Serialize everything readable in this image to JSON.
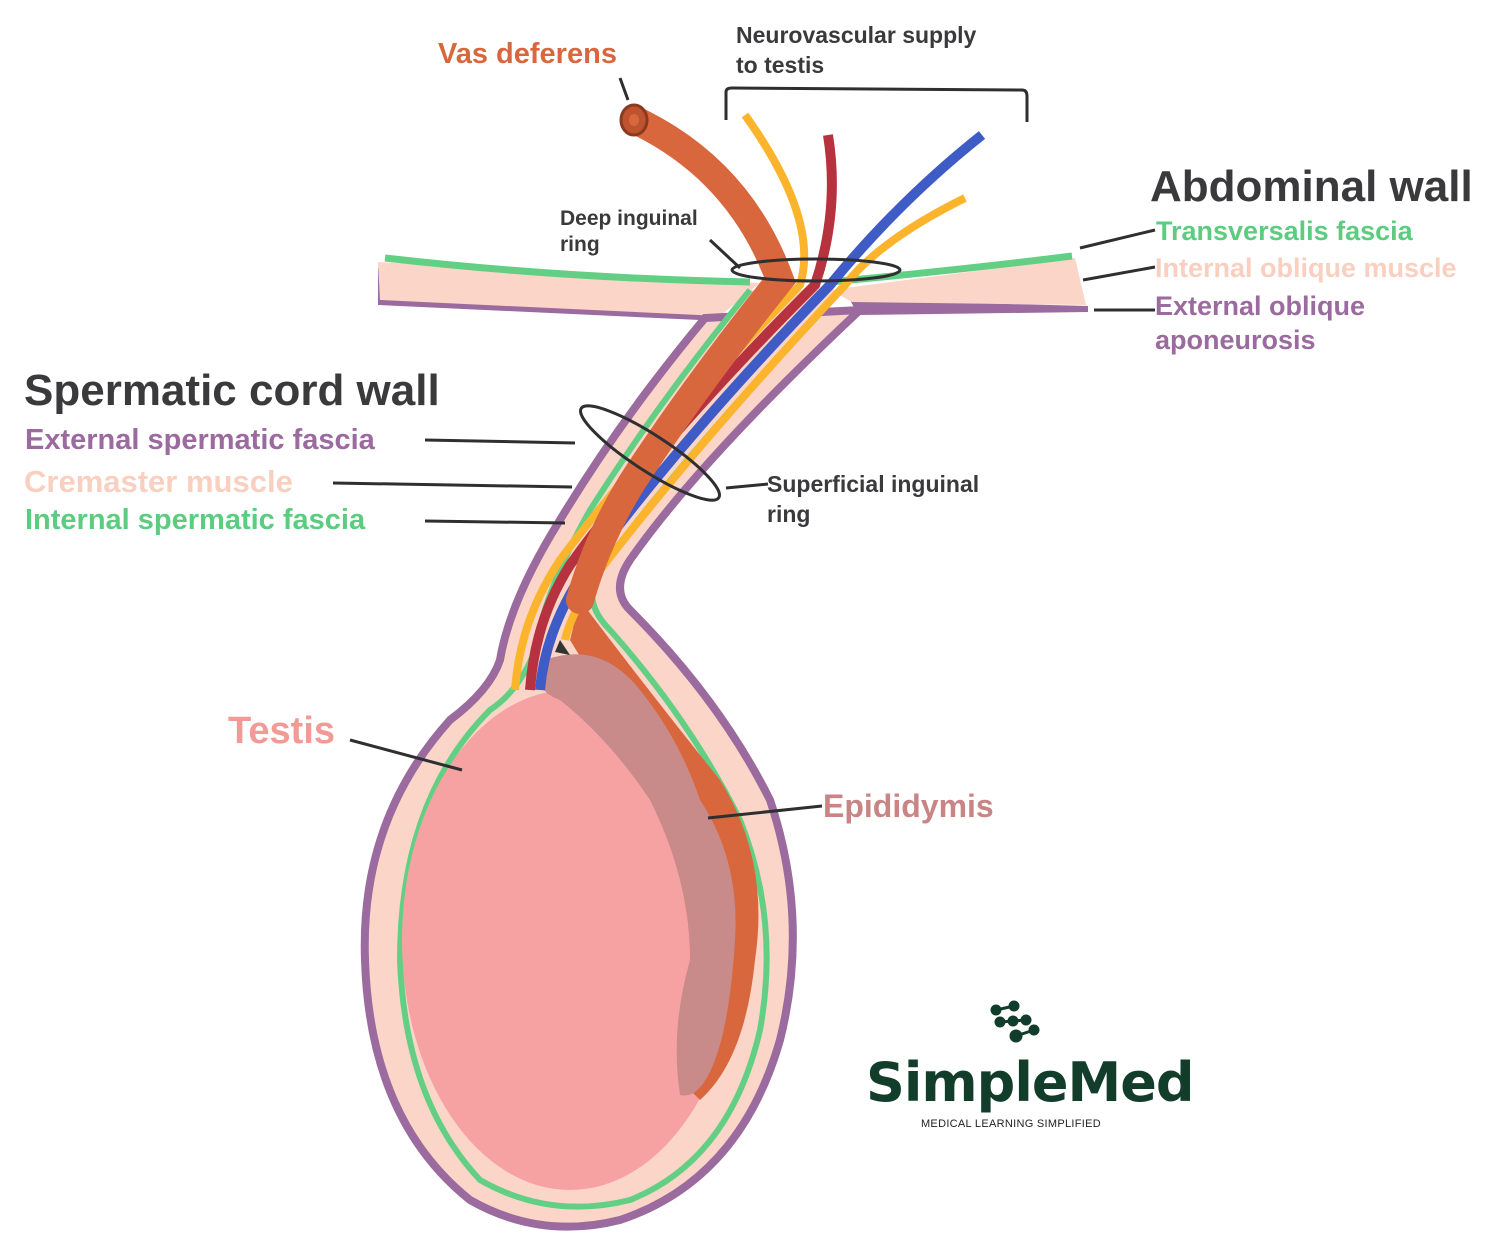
{
  "headings": {
    "abdominal_wall": "Abdominal wall",
    "spermatic_cord_wall": "Spermatic cord wall"
  },
  "labels": {
    "vas_deferens": "Vas deferens",
    "neurovascular_line1": "Neurovascular supply",
    "neurovascular_line2": "to testis",
    "deep_ring_line1": "Deep inguinal",
    "deep_ring_line2": "ring",
    "superficial_ring_line1": "Superficial inguinal",
    "superficial_ring_line2": "ring",
    "transversalis_fascia": "Transversalis fascia",
    "internal_oblique": "Internal oblique muscle",
    "external_oblique_line1": "External oblique",
    "external_oblique_line2": "aponeurosis",
    "external_spermatic_fascia": "External spermatic fascia",
    "cremaster_muscle": "Cremaster muscle",
    "internal_spermatic_fascia": "Internal spermatic fascia",
    "testis": "Testis",
    "epididymis": "Epididymis"
  },
  "logo": {
    "name": "SimpleMed",
    "tagline": "MEDICAL LEARNING SIMPLIFIED"
  },
  "colors": {
    "external_layer": "#9b6a9e",
    "cremaster": "#fbd6c8",
    "internal_fascia": "#63cf85",
    "vas_deferens": "#d9673d",
    "artery": "#b7323f",
    "vein": "#3f5bc6",
    "nerve": "#fbb42c",
    "testis": "#f7a2a2",
    "epididymis": "#c98a8a",
    "text_dark": "#3a3a3c",
    "logo": "#123d2a"
  }
}
